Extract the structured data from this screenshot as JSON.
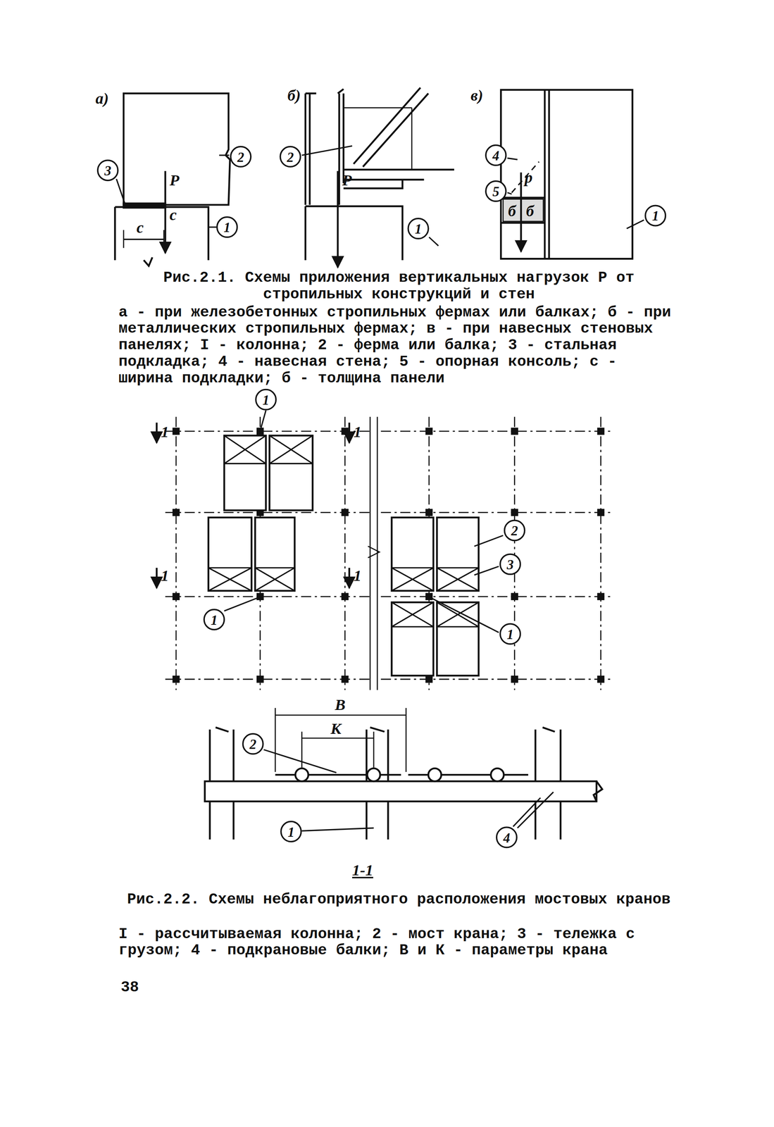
{
  "diagram": {
    "nodes": [
      {
        "text": [
          "3"
        ]
      },
      {
        "text": [
          "2"
        ]
      },
      {
        "text": [
          "2"
        ]
      },
      {
        "text": [
          "4"
        ]
      },
      {
        "text": [
          "5"
        ]
      },
      {
        "text": [
          "1"
        ]
      },
      {
        "text": [
          "1"
        ]
      },
      {
        "text": [
          "1"
        ]
      },
      {
        "text": [
          "1"
        ]
      },
      {
        "text": [
          "2"
        ]
      },
      {
        "text": [
          "3"
        ]
      },
      {
        "text": [
          "1"
        ]
      },
      {
        "text": [
          "1"
        ]
      },
      {
        "text": [
          "2"
        ]
      },
      {
        "text": [
          "1"
        ]
      },
      {
        "text": [
          "4"
        ]
      }
    ],
    "labels": [
      "а)",
      "б)",
      "в)",
      "Р",
      "с",
      "с",
      "Р",
      "р",
      "б",
      "б",
      "Рис.2.1. Схемы приложения вертикальных нагрузок Р от стропильных конструкций и стен",
      "а - при железобетонных стропильных фермах или балках; б - при металлических стропильных фермах; в - при навесных стеновых панелях; I - колонна; 2 - ферма или балка; 3 - стальная подкладка; 4 - навесная стена; 5 - опорная консоль; с - ширина подкладки; б - толщина панели",
      "1",
      "1",
      "1",
      "1",
      "В",
      "К",
      "1-1",
      "Рис.2.2. Схемы неблагоприятного расположения мостовых кранов",
      "I - рассчитываемая колонна; 2 - мост крана; 3 - тележка с грузом; 4 - подкрановые балки; В и К - параметры крана",
      "38"
    ]
  }
}
